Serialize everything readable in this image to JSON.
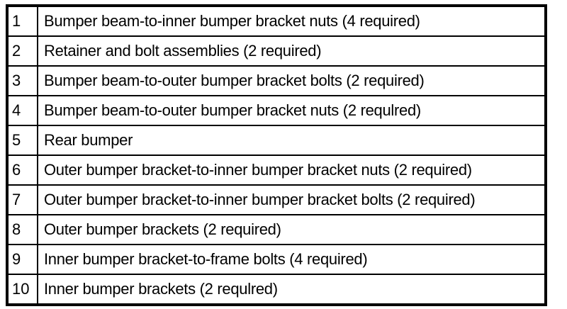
{
  "document": {
    "type": "parts-list-table",
    "colors": {
      "border": "#000000",
      "background": "#ffffff",
      "text": "#000000"
    },
    "table": {
      "columns": [
        "item-number",
        "description"
      ],
      "rows": [
        {
          "num": "1",
          "desc": "Bumper beam-to-inner bumper bracket nuts (4 required)"
        },
        {
          "num": "2",
          "desc": "Retainer and bolt assemblies (2 required)"
        },
        {
          "num": "3",
          "desc": "Bumper beam-to-outer bumper bracket bolts (2 required)"
        },
        {
          "num": "4",
          "desc": "Bumper beam-to-outer bumper bracket nuts (2 requlred)"
        },
        {
          "num": "5",
          "desc": "Rear bumper"
        },
        {
          "num": "6",
          "desc": "Outer bumper bracket-to-inner bumper bracket nuts (2 required)"
        },
        {
          "num": "7",
          "desc": "Outer bumper bracket-to-inner bumper bracket bolts (2 required)"
        },
        {
          "num": "8",
          "desc": "Outer bumper brackets (2 required)"
        },
        {
          "num": "9",
          "desc": "Inner bumper bracket-to-frame bolts (4 required)"
        },
        {
          "num": "10",
          "desc": "Inner bumper brackets (2 requlred)"
        }
      ]
    }
  }
}
